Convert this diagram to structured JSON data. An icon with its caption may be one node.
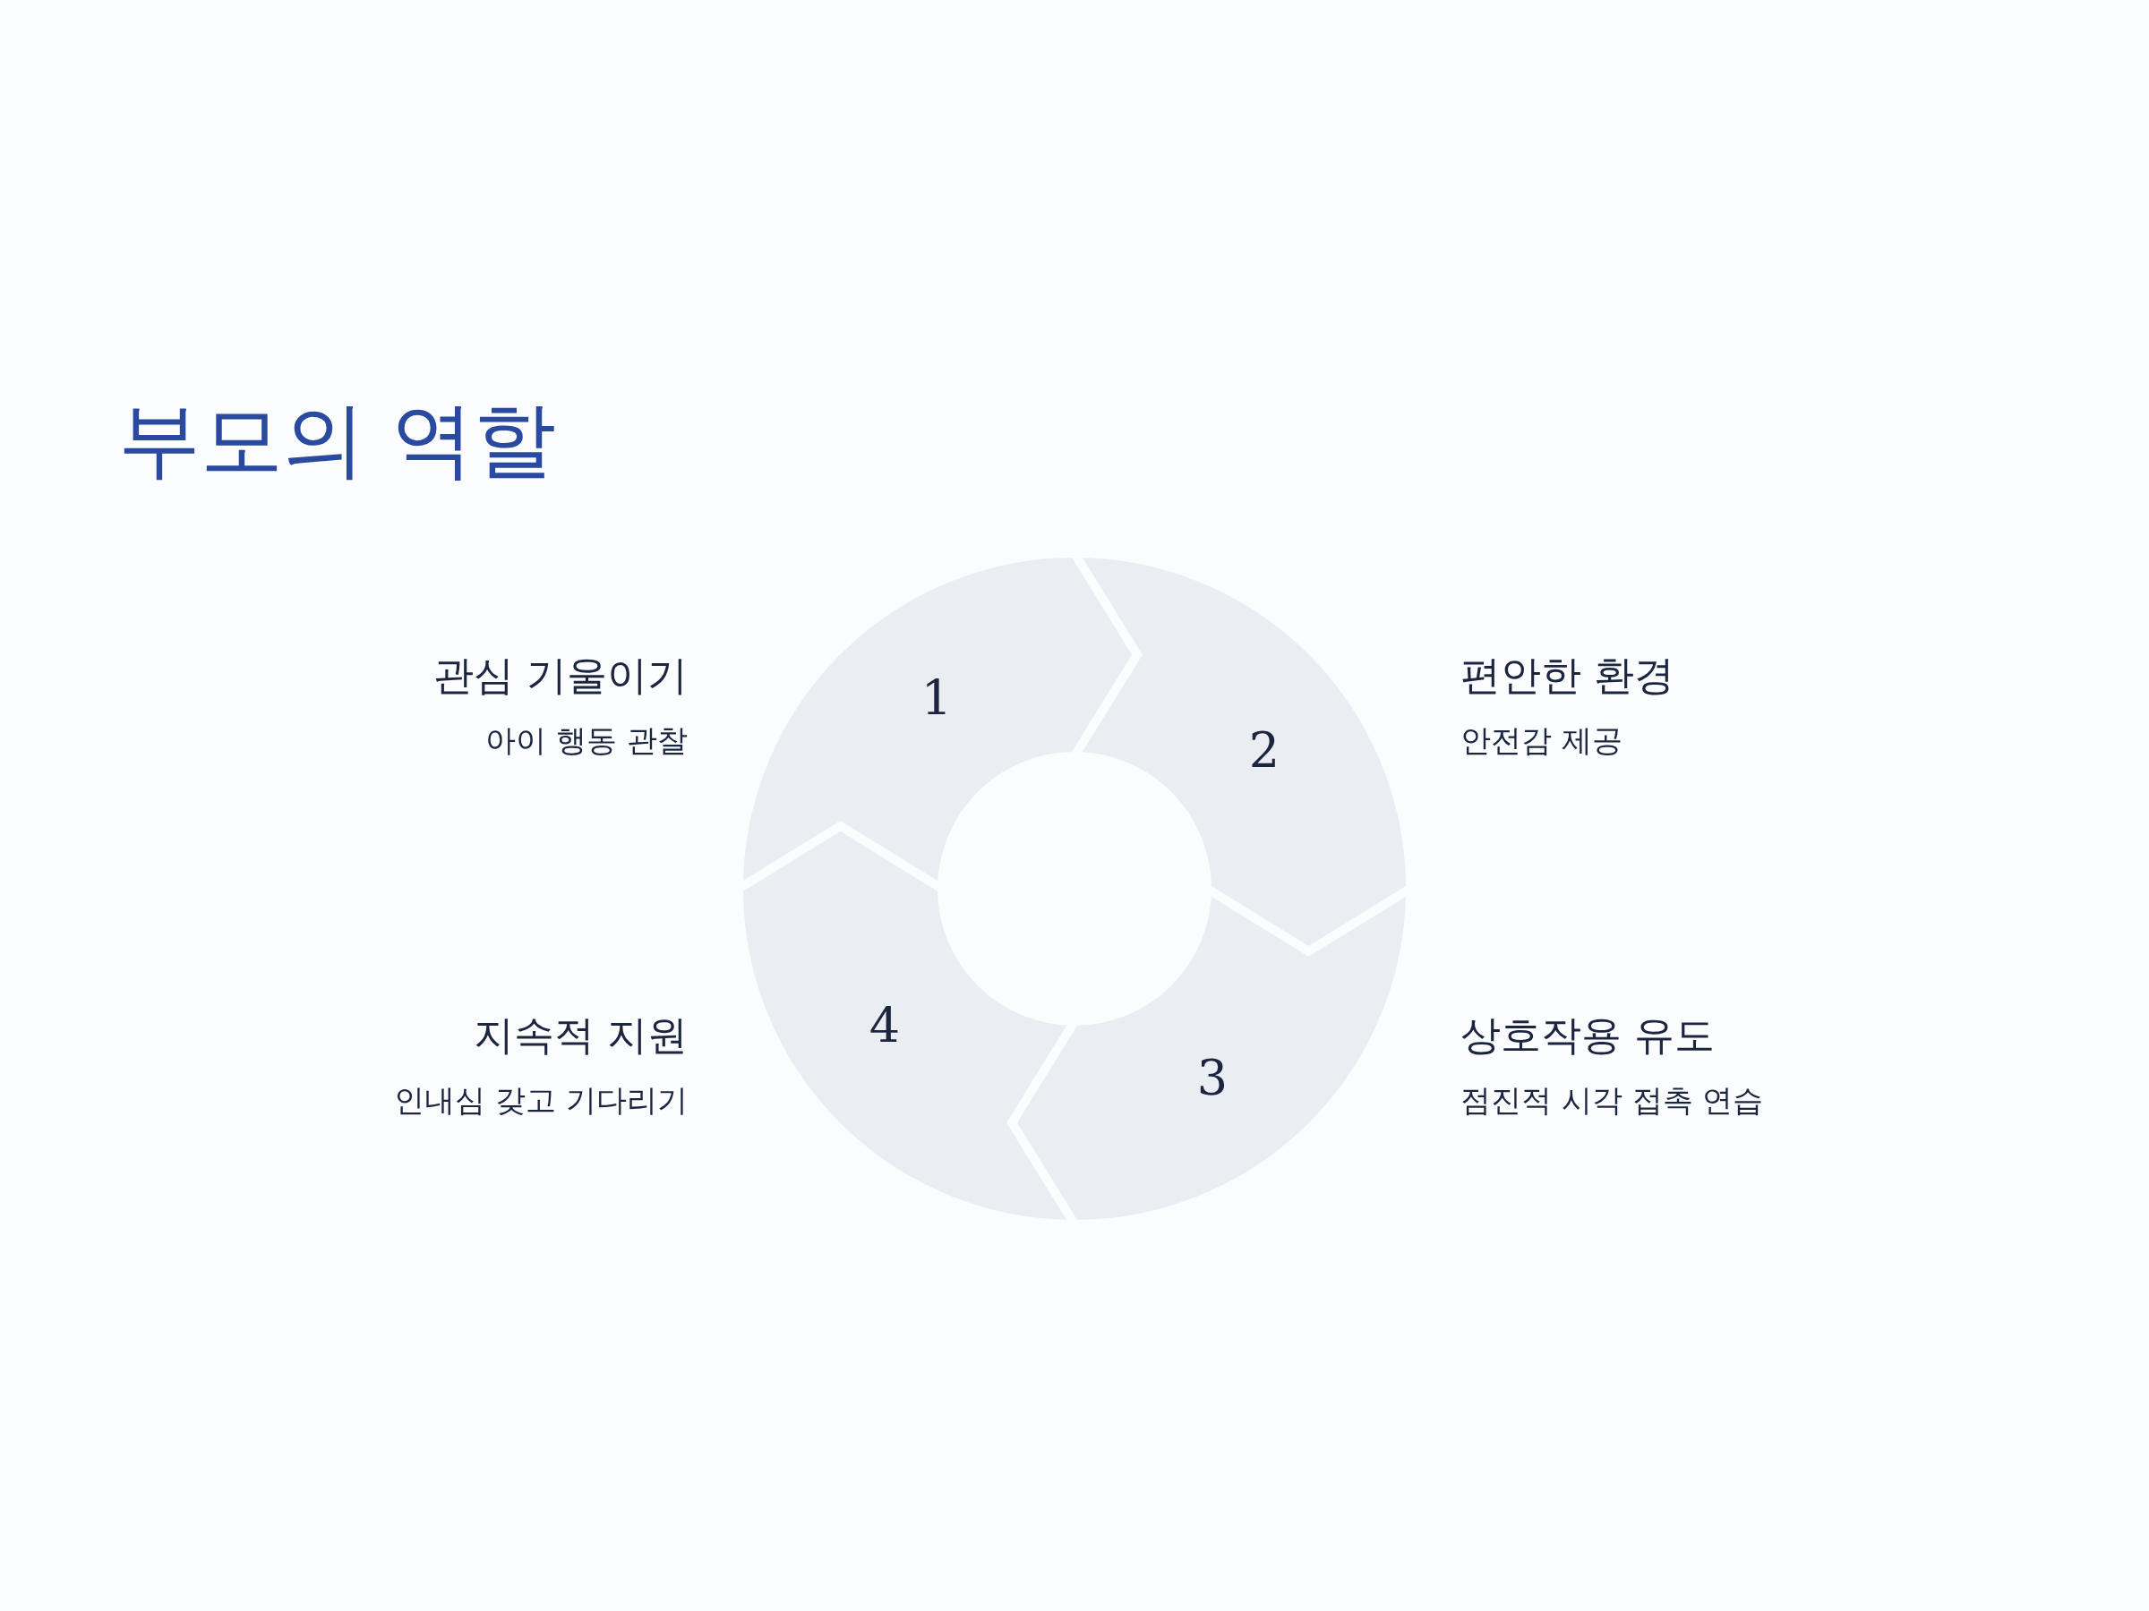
{
  "diagram": {
    "title": "부모의 역할",
    "nodes": [
      {
        "text": [
          "1"
        ],
        "beside": [
          "관심 기울이기",
          "아이 행동 관찰"
        ]
      },
      {
        "text": [
          "2"
        ],
        "beside": [
          "편안한 환경",
          "안전감 제공"
        ]
      },
      {
        "text": [
          "3"
        ],
        "beside": [
          "상호작용 유도",
          "점진적 시각 접촉 연습"
        ]
      },
      {
        "text": [
          "4"
        ],
        "beside": [
          "지속적 지원",
          "인내심 갖고 기다리기"
        ]
      }
    ]
  }
}
